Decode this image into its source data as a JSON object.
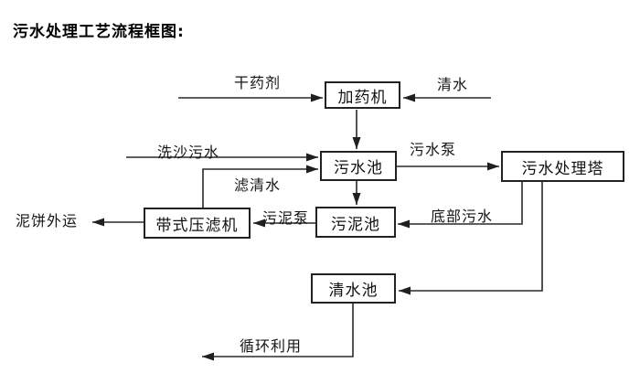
{
  "page": {
    "title": "污水处理工艺流程框图:"
  },
  "nodes": {
    "dosing_machine": "加药机",
    "sewage_pool": "污水池",
    "treatment_tower": "污水处理塔",
    "sludge_pool": "污泥池",
    "belt_filter_press": "带式压滤机",
    "clean_water_pool": "清水池"
  },
  "labels": {
    "dry_agent": "干药剂",
    "clean_water": "清水",
    "sand_washing_sewage": "洗沙污水",
    "sewage_pump": "污水泵",
    "filtered_water": "滤清水",
    "sludge_pump": "污泥泵",
    "bottom_sewage": "底部污水",
    "mud_cake_out": "泥饼外运",
    "recycle_use": "循环利用"
  },
  "edges": [
    {
      "from": "干药剂",
      "to": "加药机",
      "label": "干药剂"
    },
    {
      "from": "清水",
      "to": "加药机",
      "label": "清水"
    },
    {
      "from": "加药机",
      "to": "污水池",
      "label": ""
    },
    {
      "from": "洗沙污水",
      "to": "污水池",
      "label": "洗沙污水"
    },
    {
      "from": "带式压滤机",
      "to": "污水池",
      "label": "滤清水"
    },
    {
      "from": "污水池",
      "to": "污水处理塔",
      "label": "污水泵"
    },
    {
      "from": "污水池",
      "to": "污泥池",
      "label": ""
    },
    {
      "from": "污水处理塔",
      "to": "污泥池",
      "label": "底部污水"
    },
    {
      "from": "污泥池",
      "to": "带式压滤机",
      "label": "污泥泵"
    },
    {
      "from": "带式压滤机",
      "to": "泥饼外运",
      "label": "泥饼外运"
    },
    {
      "from": "污水处理塔",
      "to": "清水池",
      "label": ""
    },
    {
      "from": "清水池",
      "to": "循环利用",
      "label": "循环利用"
    }
  ],
  "colors": {
    "background": "#ffffff",
    "line": "#2a2a2a",
    "text": "#161616",
    "box_border": "#222222"
  }
}
